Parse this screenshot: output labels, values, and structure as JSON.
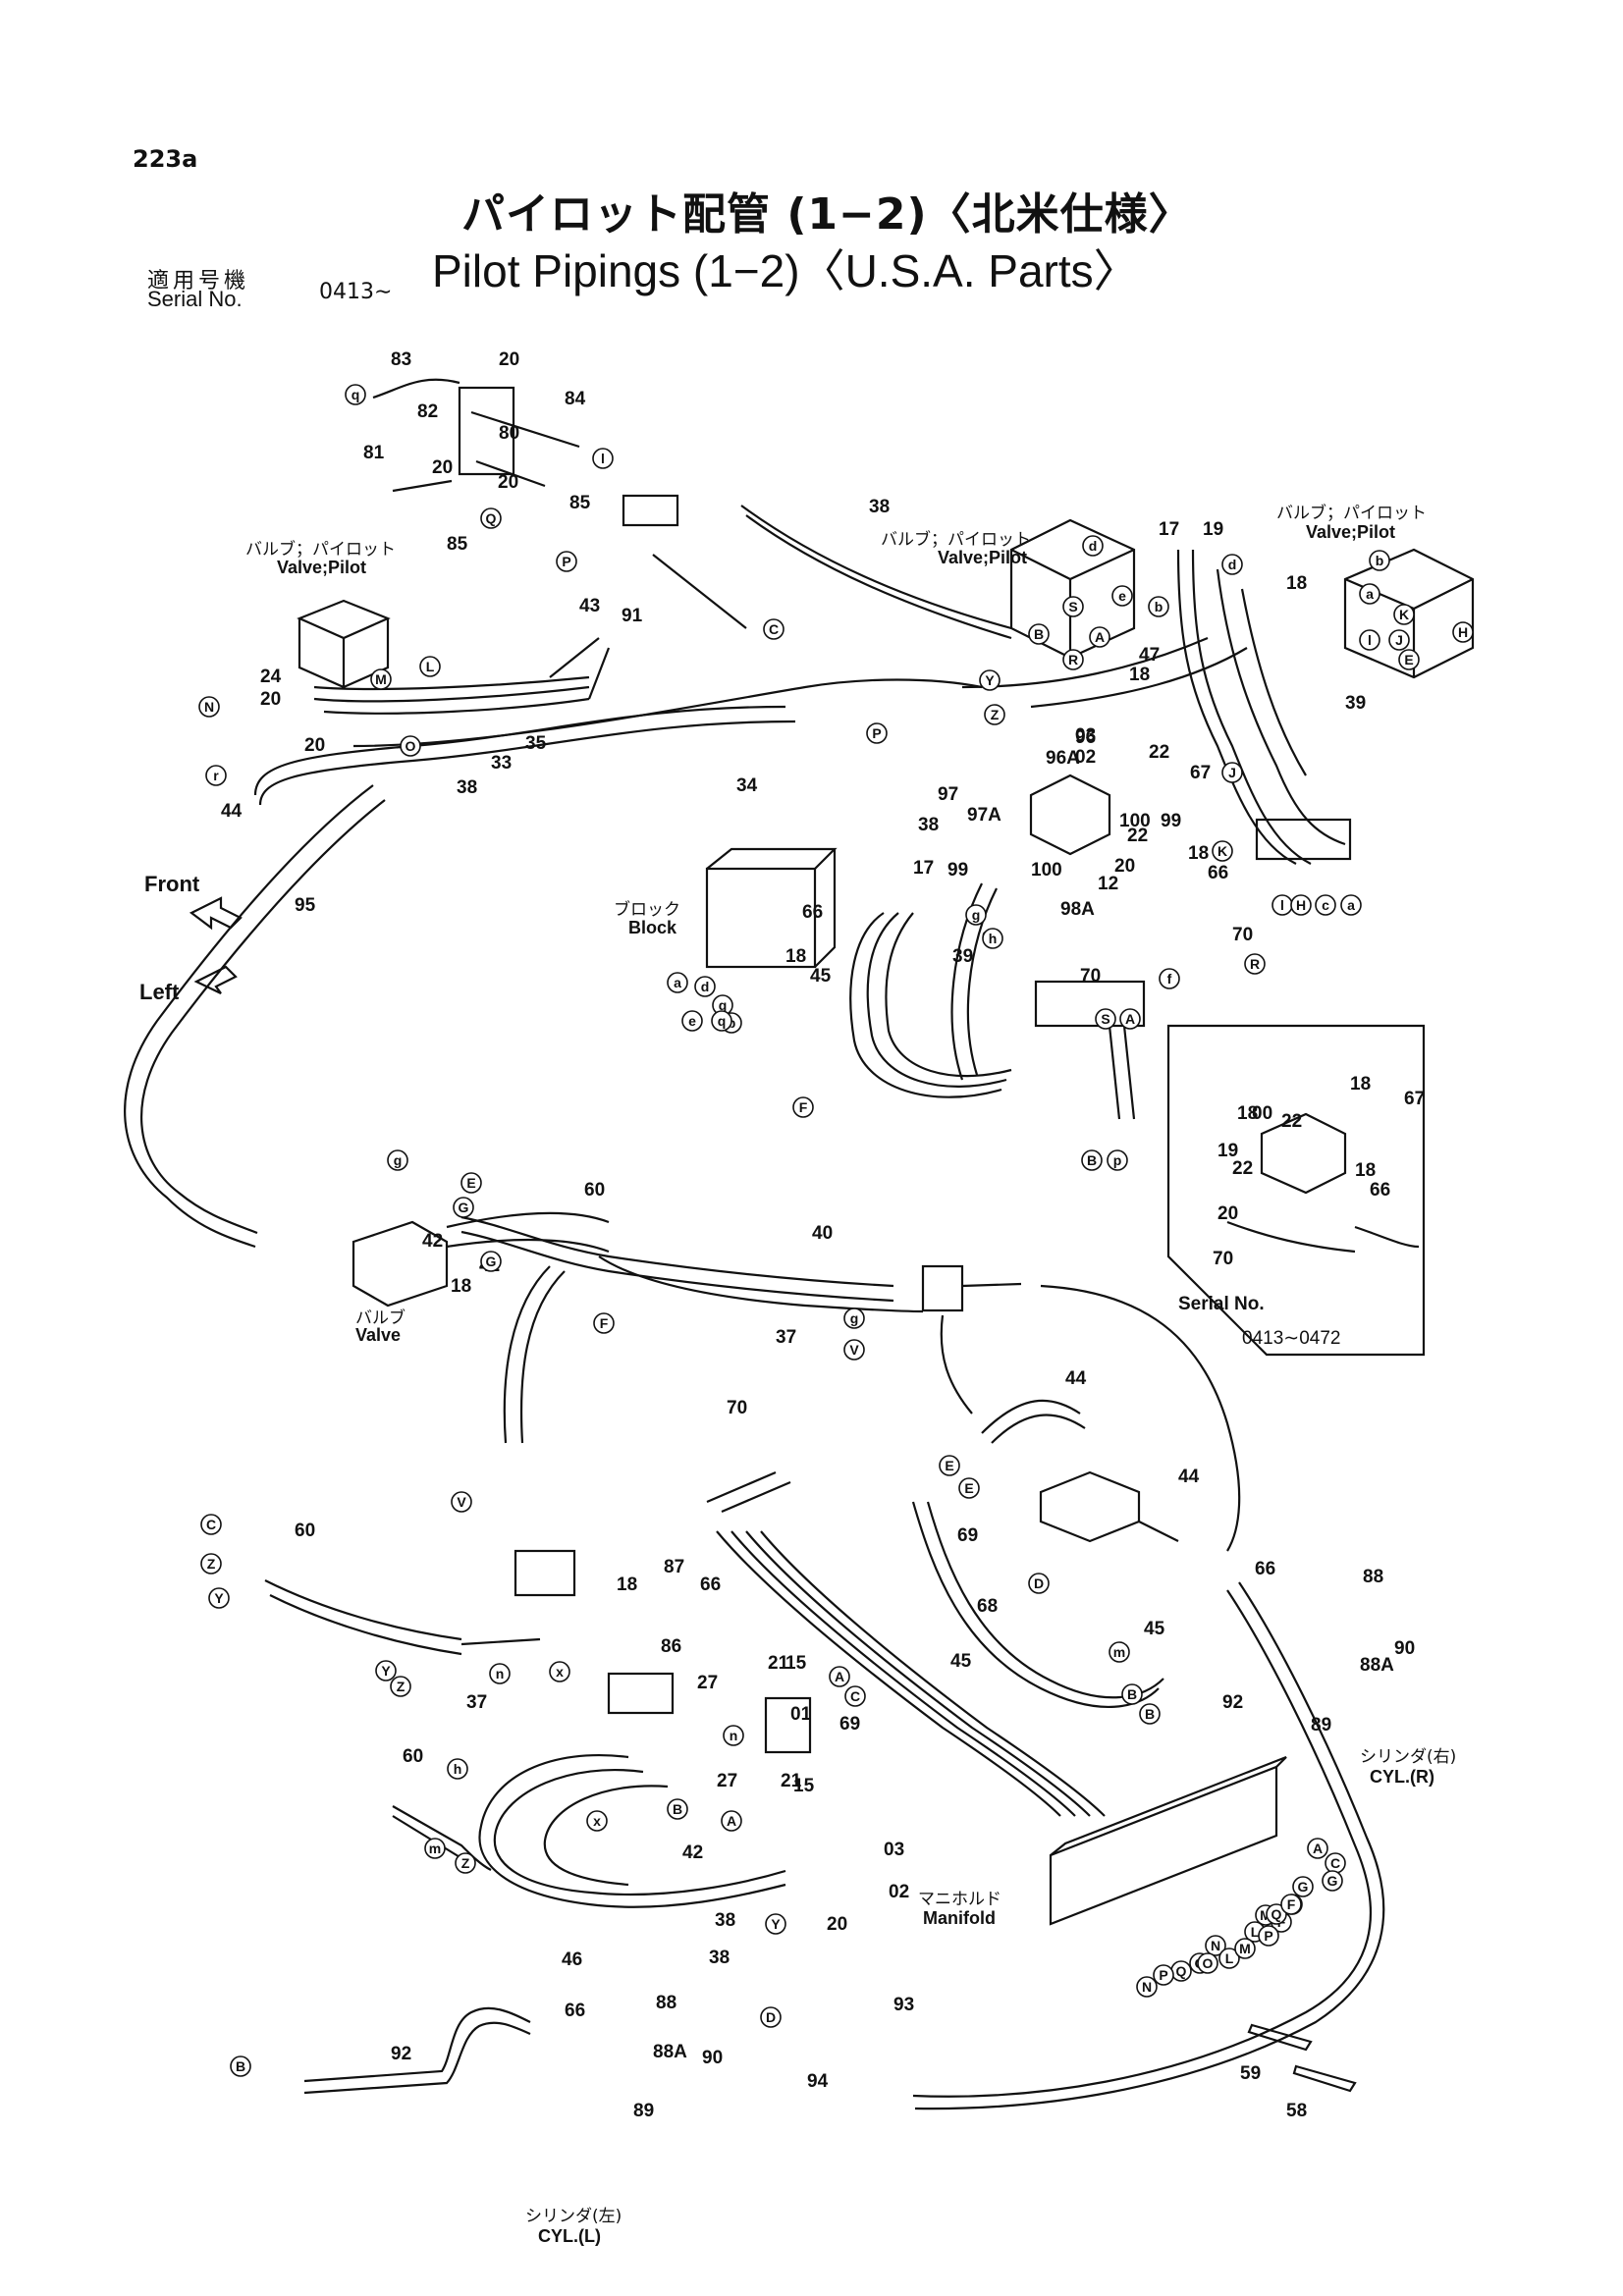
{
  "header": {
    "page_number": "223a",
    "title_jp": "パイロット配管 (1−2)〈北米仕様〉",
    "title_en": "Pilot Pipings (1−2)〈U.S.A. Parts〉",
    "serial_label_jp": "適用号機",
    "serial_label_en": "Serial No.",
    "serial_value": "0413∼"
  },
  "labels": {
    "valve_pilot_jp": "バルブ；パイロット",
    "valve_pilot_en": "Valve;Pilot",
    "block_jp": "ブロック",
    "block_en": "Block",
    "valve_jp": "バルブ",
    "valve_en": "Valve",
    "manifold_jp": "マニホルド",
    "manifold_en": "Manifold",
    "cyl_r_jp": "シリンダ(右)",
    "cyl_r_en": "CYL.(R)",
    "cyl_l_jp": "シリンダ(左)",
    "cyl_l_en": "CYL.(L)",
    "front": "Front",
    "left": "Left",
    "inset_serial_label": "Serial No.",
    "inset_serial_range": "0413∼0472"
  },
  "part_numbers": [
    {
      "text": "83"
    },
    {
      "text": "20"
    },
    {
      "text": "84"
    },
    {
      "text": "82"
    },
    {
      "text": "80"
    },
    {
      "text": "81"
    },
    {
      "text": "20"
    },
    {
      "text": "20"
    },
    {
      "text": "85"
    },
    {
      "text": "85"
    },
    {
      "text": "38"
    },
    {
      "text": "91"
    },
    {
      "text": "43"
    },
    {
      "text": "24"
    },
    {
      "text": "20"
    },
    {
      "text": "20"
    },
    {
      "text": "35"
    },
    {
      "text": "33"
    },
    {
      "text": "44"
    },
    {
      "text": "38"
    },
    {
      "text": "95"
    },
    {
      "text": "17"
    },
    {
      "text": "19"
    },
    {
      "text": "18"
    },
    {
      "text": "47"
    },
    {
      "text": "18"
    },
    {
      "text": "39"
    },
    {
      "text": "03"
    },
    {
      "text": "02"
    },
    {
      "text": "96"
    },
    {
      "text": "96A"
    },
    {
      "text": "22"
    },
    {
      "text": "67"
    },
    {
      "text": "97"
    },
    {
      "text": "97A"
    },
    {
      "text": "100"
    },
    {
      "text": "99"
    },
    {
      "text": "22"
    },
    {
      "text": "34"
    },
    {
      "text": "38"
    },
    {
      "text": "17"
    },
    {
      "text": "66"
    },
    {
      "text": "99"
    },
    {
      "text": "100"
    },
    {
      "text": "12"
    },
    {
      "text": "20"
    },
    {
      "text": "98A"
    },
    {
      "text": "18"
    },
    {
      "text": "66"
    },
    {
      "text": "70"
    },
    {
      "text": "18"
    },
    {
      "text": "98"
    },
    {
      "text": "39"
    },
    {
      "text": "45"
    },
    {
      "text": "70"
    },
    {
      "text": "18"
    },
    {
      "text": "00"
    },
    {
      "text": "18"
    },
    {
      "text": "22"
    },
    {
      "text": "67"
    },
    {
      "text": "19"
    },
    {
      "text": "22"
    },
    {
      "text": "18"
    },
    {
      "text": "66"
    },
    {
      "text": "20"
    },
    {
      "text": "70"
    },
    {
      "text": "60"
    },
    {
      "text": "42"
    },
    {
      "text": "42"
    },
    {
      "text": "18"
    },
    {
      "text": "40"
    },
    {
      "text": "37"
    },
    {
      "text": "70"
    },
    {
      "text": "44"
    },
    {
      "text": "44"
    },
    {
      "text": "60"
    },
    {
      "text": "18"
    },
    {
      "text": "87"
    },
    {
      "text": "66"
    },
    {
      "text": "86"
    },
    {
      "text": "69"
    },
    {
      "text": "68"
    },
    {
      "text": "45"
    },
    {
      "text": "45"
    },
    {
      "text": "66"
    },
    {
      "text": "88"
    },
    {
      "text": "90"
    },
    {
      "text": "88A"
    },
    {
      "text": "89"
    },
    {
      "text": "92"
    },
    {
      "text": "37"
    },
    {
      "text": "27"
    },
    {
      "text": "21"
    },
    {
      "text": "15"
    },
    {
      "text": "01"
    },
    {
      "text": "69"
    },
    {
      "text": "60"
    },
    {
      "text": "27"
    },
    {
      "text": "21"
    },
    {
      "text": "15"
    },
    {
      "text": "42"
    },
    {
      "text": "03"
    },
    {
      "text": "02"
    },
    {
      "text": "38"
    },
    {
      "text": "38"
    },
    {
      "text": "20"
    },
    {
      "text": "46"
    },
    {
      "text": "93"
    },
    {
      "text": "94"
    },
    {
      "text": "66"
    },
    {
      "text": "88"
    },
    {
      "text": "92"
    },
    {
      "text": "88A"
    },
    {
      "text": "90"
    },
    {
      "text": "89"
    },
    {
      "text": "59"
    },
    {
      "text": "58"
    }
  ],
  "callouts": [
    {
      "text": "q"
    },
    {
      "text": "l"
    },
    {
      "text": "Q"
    },
    {
      "text": "P"
    },
    {
      "text": "C"
    },
    {
      "text": "Y"
    },
    {
      "text": "Z"
    },
    {
      "text": "N"
    },
    {
      "text": "r"
    },
    {
      "text": "M"
    },
    {
      "text": "L"
    },
    {
      "text": "O"
    },
    {
      "text": "P"
    },
    {
      "text": "d"
    },
    {
      "text": "e"
    },
    {
      "text": "S"
    },
    {
      "text": "B"
    },
    {
      "text": "A"
    },
    {
      "text": "R"
    },
    {
      "text": "b"
    },
    {
      "text": "d"
    },
    {
      "text": "b"
    },
    {
      "text": "a"
    },
    {
      "text": "K"
    },
    {
      "text": "H"
    },
    {
      "text": "l"
    },
    {
      "text": "J"
    },
    {
      "text": "E"
    },
    {
      "text": "J"
    },
    {
      "text": "K"
    },
    {
      "text": "l"
    },
    {
      "text": "H"
    },
    {
      "text": "c"
    },
    {
      "text": "a"
    },
    {
      "text": "g"
    },
    {
      "text": "h"
    },
    {
      "text": "f"
    },
    {
      "text": "R"
    },
    {
      "text": "S"
    },
    {
      "text": "A"
    },
    {
      "text": "B"
    },
    {
      "text": "p"
    },
    {
      "text": "a"
    },
    {
      "text": "d"
    },
    {
      "text": "q"
    },
    {
      "text": "b"
    },
    {
      "text": "e"
    },
    {
      "text": "q"
    },
    {
      "text": "F"
    },
    {
      "text": "g"
    },
    {
      "text": "E"
    },
    {
      "text": "G"
    },
    {
      "text": "G"
    },
    {
      "text": "F"
    },
    {
      "text": "g"
    },
    {
      "text": "V"
    },
    {
      "text": "V"
    },
    {
      "text": "C"
    },
    {
      "text": "Z"
    },
    {
      "text": "Y"
    },
    {
      "text": "Y"
    },
    {
      "text": "Z"
    },
    {
      "text": "E"
    },
    {
      "text": "E"
    },
    {
      "text": "D"
    },
    {
      "text": "m"
    },
    {
      "text": "n"
    },
    {
      "text": "x"
    },
    {
      "text": "A"
    },
    {
      "text": "C"
    },
    {
      "text": "B"
    },
    {
      "text": "B"
    },
    {
      "text": "h"
    },
    {
      "text": "n"
    },
    {
      "text": "x"
    },
    {
      "text": "B"
    },
    {
      "text": "A"
    },
    {
      "text": "m"
    },
    {
      "text": "Z"
    },
    {
      "text": "Y"
    },
    {
      "text": "D"
    },
    {
      "text": "B"
    },
    {
      "text": "A"
    },
    {
      "text": "C"
    },
    {
      "text": "G"
    },
    {
      "text": "E"
    },
    {
      "text": "F"
    },
    {
      "text": "M"
    },
    {
      "text": "L"
    },
    {
      "text": "N"
    },
    {
      "text": "O"
    },
    {
      "text": "Q"
    },
    {
      "text": "P"
    },
    {
      "text": "N"
    },
    {
      "text": "O"
    },
    {
      "text": "L"
    },
    {
      "text": "M"
    },
    {
      "text": "P"
    },
    {
      "text": "Q"
    },
    {
      "text": "G"
    },
    {
      "text": "F"
    }
  ]
}
